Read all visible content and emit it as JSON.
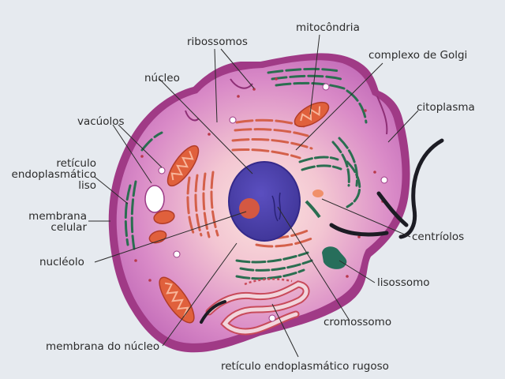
{
  "labels": {
    "mitocondria": "mitocôndria",
    "ribossomos": "ribossomos",
    "complexo_golgi": "complexo de Golgi",
    "nucleo": "núcleo",
    "citoplasma": "citoplasma",
    "vacuolos": "vacúolos",
    "reticulo_liso_l1": "retículo",
    "reticulo_liso_l2": "endoplasmático",
    "reticulo_liso_l3": "liso",
    "membrana_celular_l1": "membrana",
    "membrana_celular_l2": "celular",
    "centriolos": "centríolos",
    "nucleolo": "nucléolo",
    "lisossomo": "lisossomo",
    "cromossomo": "cromossomo",
    "membrana_nucleo": "membrana do núcleo",
    "reticulo_rugoso": "retículo endoplasmático rugoso"
  },
  "colors": {
    "background": "#e6eaef",
    "cell_membrane": "#a03a86",
    "cytoplasm_center": "#f8d7d7",
    "cytoplasm_edge": "#c667b4",
    "nucleus": "#4c40a8",
    "nucleolus": "#d45842",
    "mitochondria": "#e0603c",
    "golgi": "#d4604a",
    "smooth_er": "#2a6e50",
    "rough_er": "#f2d5dc",
    "lysosome": "#276e5b",
    "centrioles": "#1c1c24",
    "vacuole": "#ffffff",
    "leader_lines": "#2b2b2b"
  }
}
